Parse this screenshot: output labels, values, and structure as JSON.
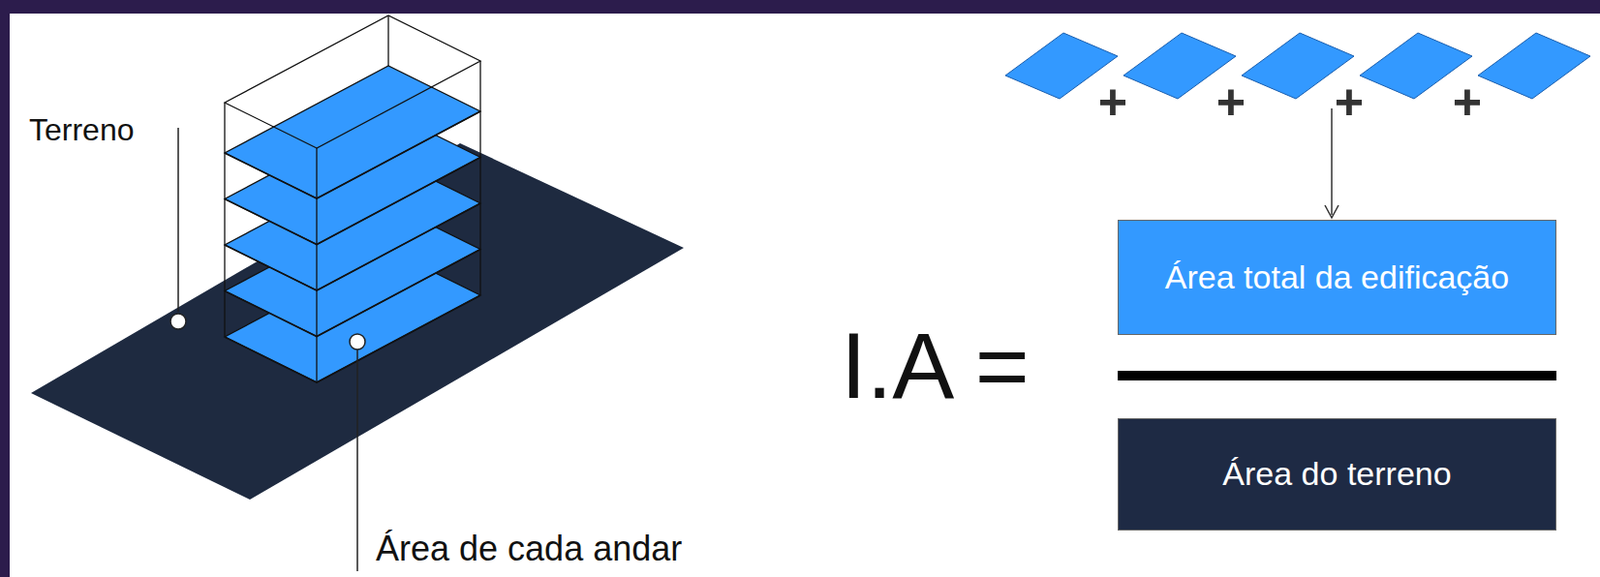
{
  "diagram": {
    "nodes": [
      {
        "text": [
          "Área total da edificação"
        ]
      },
      {
        "text": [
          "Área do terreno"
        ]
      }
    ],
    "labels": [
      "Terreno",
      "Área de cada andar",
      "+",
      "+",
      "+",
      "+",
      "I.A ="
    ]
  }
}
